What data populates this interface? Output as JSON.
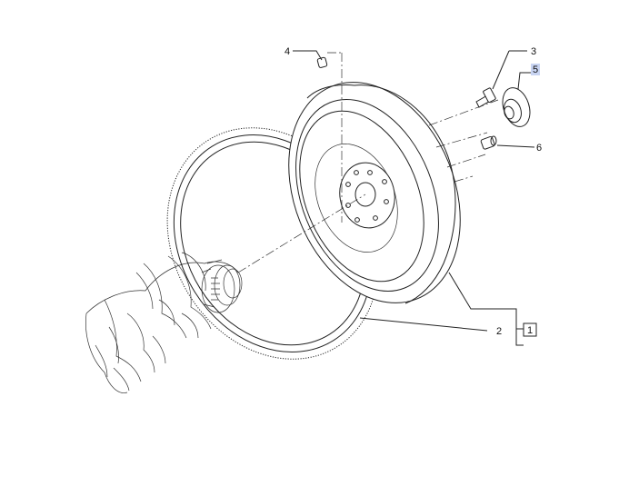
{
  "callouts": {
    "c1": "1",
    "c2": "2",
    "c3": "3",
    "c4": "4",
    "c5": "5",
    "c6": "6"
  },
  "colors": {
    "line": "#222222",
    "highlight": "#c8d4f2"
  },
  "highlighted_callout": "5"
}
